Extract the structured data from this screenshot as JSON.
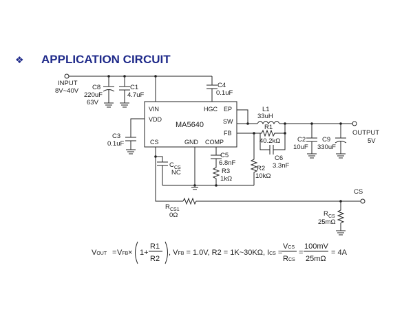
{
  "section": {
    "bullet": "❖",
    "title": "APPLICATION CIRCUIT"
  },
  "ic": {
    "name": "MA5640",
    "pins": {
      "vin": "VIN",
      "vdd": "VDD",
      "cs": "CS",
      "gnd": "GND",
      "comp": "COMP",
      "hgc": "HGC",
      "ep": "EP",
      "sw": "SW",
      "fb": "FB"
    }
  },
  "input": {
    "label": "INPUT",
    "range": "8V~40V"
  },
  "output": {
    "label": "OUTPUT",
    "voltage": "5V"
  },
  "cs_node": {
    "label": "CS"
  },
  "components": {
    "c8": {
      "ref": "C8",
      "value": "220uF",
      "rating": "63V"
    },
    "c1": {
      "ref": "C1",
      "value": "4.7uF"
    },
    "c4": {
      "ref": "C4",
      "value": "0.1uF"
    },
    "c3": {
      "ref": "C3",
      "value": "0.1uF"
    },
    "l1": {
      "ref": "L1",
      "value": "33uH"
    },
    "r1": {
      "ref": "R1",
      "value": "40.2kΩ"
    },
    "c6": {
      "ref": "C6",
      "value": "3.3nF"
    },
    "r2": {
      "ref": "R2",
      "value": "10kΩ"
    },
    "c2": {
      "ref": "C2",
      "value": "10uF"
    },
    "c9": {
      "ref": "C9",
      "value": "330uF"
    },
    "ccs": {
      "ref_main": "C",
      "ref_sub": "CS",
      "value": "NC"
    },
    "c5": {
      "ref": "C5",
      "value": "6.8nF"
    },
    "r3": {
      "ref": "R3",
      "value": "1kΩ"
    },
    "rcs1": {
      "ref_main": "R",
      "ref_sub": "CS1",
      "value": "0Ω"
    },
    "rcs": {
      "ref_main": "R",
      "ref_sub": "CS",
      "value": "25mΩ"
    }
  },
  "formula": {
    "vout_main": "V",
    "vout_sub": "OUT",
    "eq": "=",
    "vfb_main": "V",
    "vfb_sub": "FB",
    "times": "×",
    "one_plus": "1+",
    "r1": "R1",
    "r2": "R2",
    "vfb_value": ", V",
    "vfb_sub2": "FB",
    "vfb_eq": " = 1.0V, R2 = 1K~30KΩ, I",
    "ics_sub": "CS",
    "eq2": " =",
    "vcs_main": "V",
    "vcs_sub": "CS",
    "rcs_main": "R",
    "rcs_sub": "CS",
    "eq3": "=",
    "num": "100mV",
    "den": "25mΩ",
    "result": "= 4A"
  }
}
